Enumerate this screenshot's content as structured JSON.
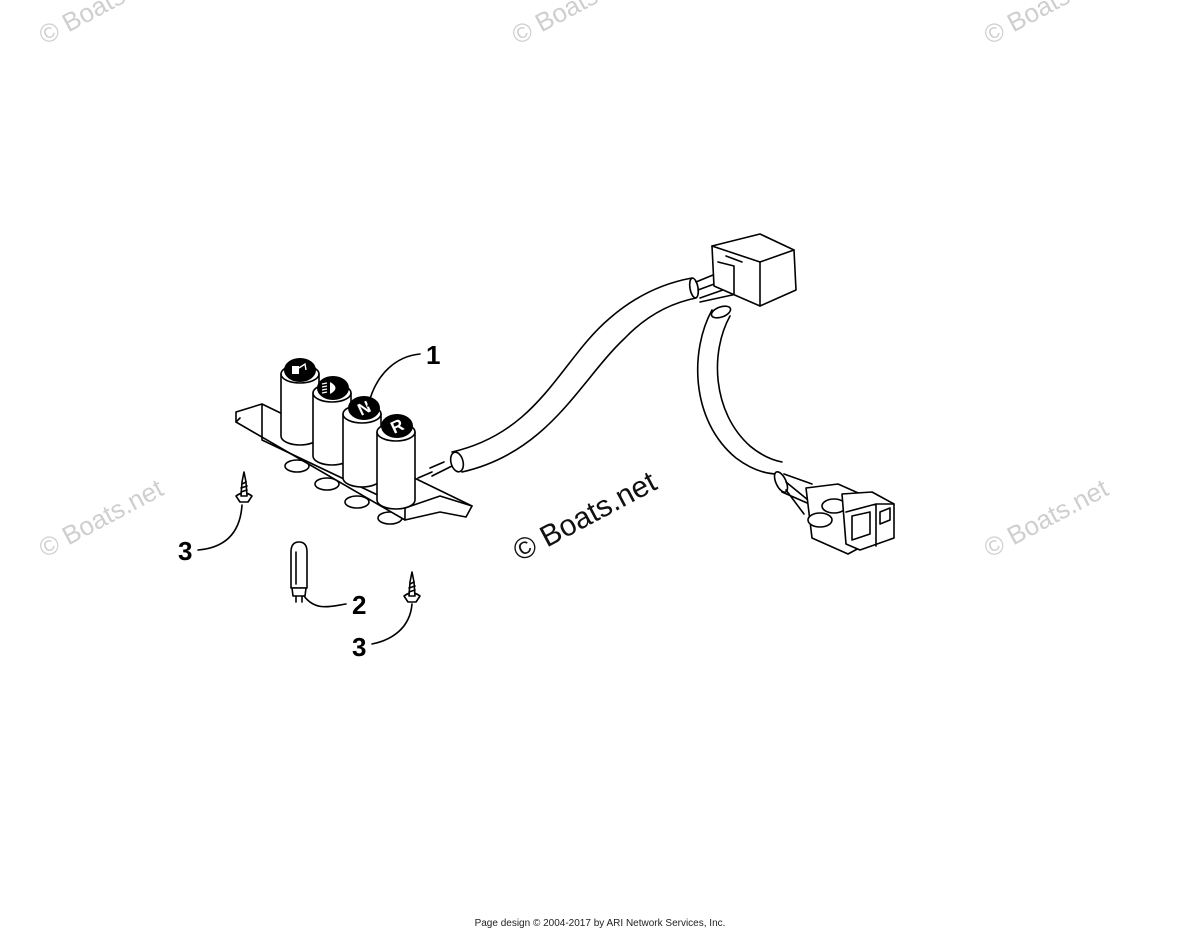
{
  "watermarks": {
    "corner_text": "© Boats.net",
    "center_text": "© Boats.net"
  },
  "callouts": {
    "part_1": "1",
    "part_2": "2",
    "part_3_left": "3",
    "part_3_right": "3"
  },
  "button_symbols": {
    "neutral": "N",
    "reverse": "R"
  },
  "footer": {
    "text": "Page design © 2004-2017 by ARI Network Services, Inc."
  },
  "colors": {
    "line": "#000000",
    "background": "#ffffff",
    "watermark": "#cfcfcf"
  },
  "icons": [
    "fuel-gauge-icon",
    "headlight-icon"
  ]
}
